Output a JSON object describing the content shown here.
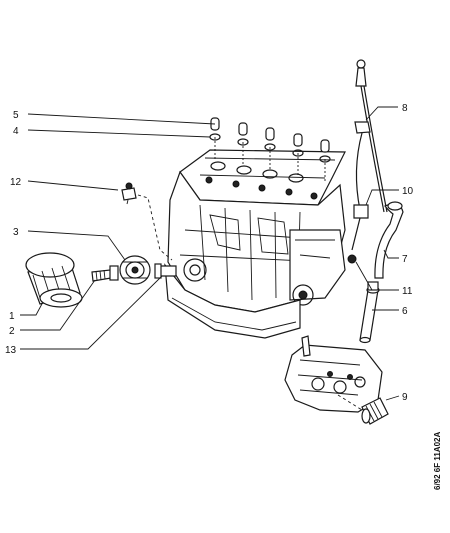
{
  "diagram": {
    "callouts": {
      "c1": "1",
      "c2": "2",
      "c3": "3",
      "c4": "4",
      "c5": "5",
      "c6": "6",
      "c7": "7",
      "c8": "8",
      "c9": "9",
      "c10": "10",
      "c11": "11",
      "c12": "12",
      "c13": "13"
    },
    "reference_code": "6/92 6F 11A02A"
  }
}
